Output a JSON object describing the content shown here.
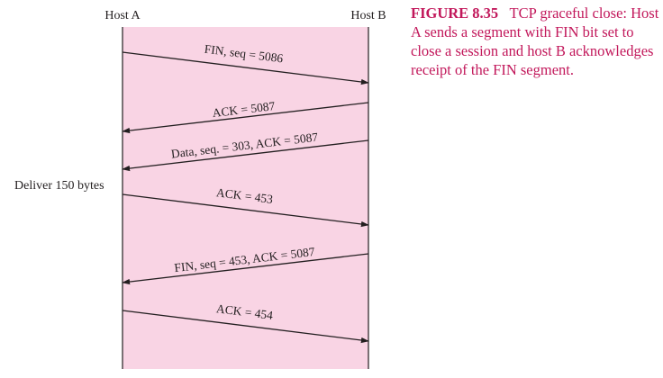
{
  "hosts": {
    "a": "Host A",
    "b": "Host B"
  },
  "side_note": "Deliver 150 bytes",
  "messages": [
    {
      "label": "FIN, seq = 5086",
      "direction": "a_to_b"
    },
    {
      "label": "ACK = 5087",
      "direction": "b_to_a"
    },
    {
      "label": "Data, seq. = 303, ACK = 5087",
      "direction": "b_to_a"
    },
    {
      "label": "ACK = 453",
      "direction": "a_to_b"
    },
    {
      "label": "FIN, seq = 453, ACK = 5087",
      "direction": "b_to_a"
    },
    {
      "label": "ACK = 454",
      "direction": "a_to_b"
    }
  ],
  "caption": {
    "label": "FIGURE 8.35",
    "text": "TCP graceful close: Host A sends a segment with FIN bit set to close a session and host B acknowledges receipt of the FIN segment."
  },
  "colors": {
    "band": "#f9d4e4",
    "caption": "#c2185b",
    "ink": "#231f20"
  }
}
